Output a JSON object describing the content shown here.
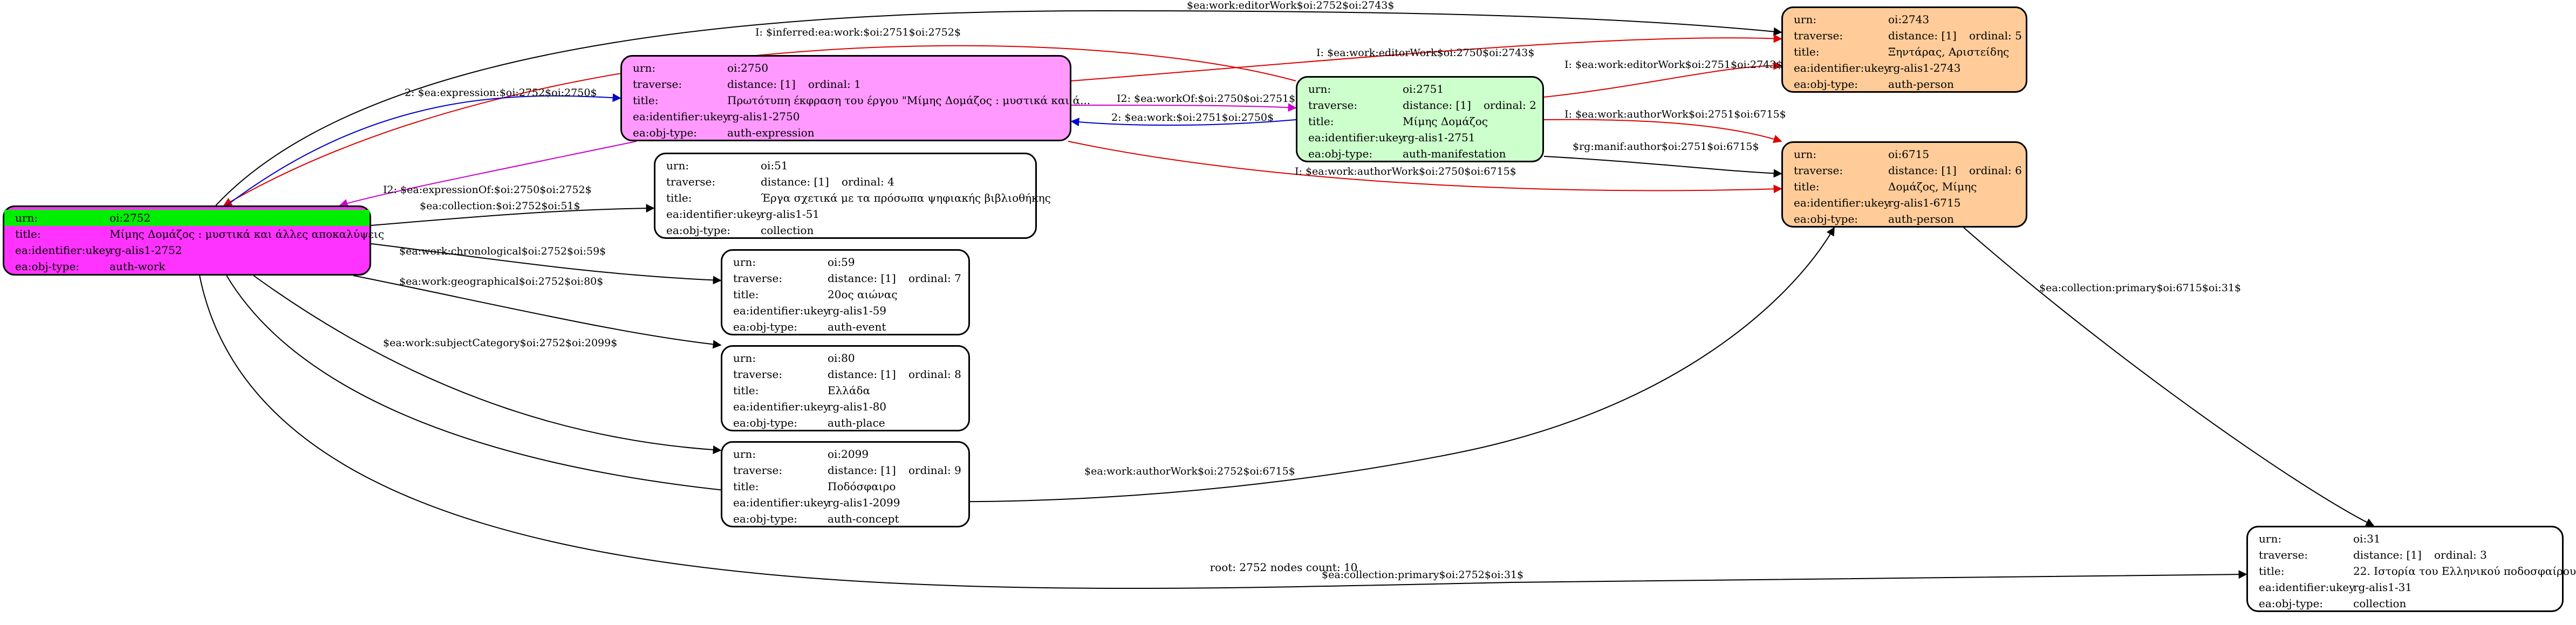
{
  "colors": {
    "work": "#ff33ff",
    "expression": "#ff99ff",
    "manifestation": "#ccffcc",
    "person": "#ffcc99",
    "plain": "#ffffff",
    "header_green": "#00ee00",
    "edge_red": "#dd0000",
    "edge_blue": "#0000cc",
    "edge_magenta": "#cc00cc",
    "edge_black": "#000000"
  },
  "nodes": {
    "n2752": {
      "rows": [
        {
          "k": "urn:",
          "v": "oi:2752"
        },
        {
          "k": "title:",
          "v": "Μίμης Δομάζος : μυστικά και άλλες αποκαλύψεις"
        },
        {
          "k": "ea:identifier:ukey",
          "v": "rg-alis1-2752"
        },
        {
          "k": "ea:obj-type:",
          "v": "auth-work"
        }
      ]
    },
    "n2750": {
      "rows": [
        {
          "k": "urn:",
          "v": "oi:2750"
        },
        {
          "k": "traverse:",
          "d": "distance: [1]",
          "o": "ordinal: 1"
        },
        {
          "k": "title:",
          "v": "Πρωτότυπη έκφραση του έργου \"Μίμης Δομάζος : μυστικά και ά..."
        },
        {
          "k": "ea:identifier:ukey",
          "v": "rg-alis1-2750"
        },
        {
          "k": "ea:obj-type:",
          "v": "auth-expression"
        }
      ]
    },
    "n2751": {
      "rows": [
        {
          "k": "urn:",
          "v": "oi:2751"
        },
        {
          "k": "traverse:",
          "d": "distance: [1]",
          "o": "ordinal: 2"
        },
        {
          "k": "title:",
          "v": "Μίμης Δομάζος"
        },
        {
          "k": "ea:identifier:ukey",
          "v": "rg-alis1-2751"
        },
        {
          "k": "ea:obj-type:",
          "v": "auth-manifestation"
        }
      ]
    },
    "n2743": {
      "rows": [
        {
          "k": "urn:",
          "v": "oi:2743"
        },
        {
          "k": "traverse:",
          "d": "distance: [1]",
          "o": "ordinal: 5"
        },
        {
          "k": "title:",
          "v": "Ξηντάρας, Αριστείδης"
        },
        {
          "k": "ea:identifier:ukey",
          "v": "rg-alis1-2743"
        },
        {
          "k": "ea:obj-type:",
          "v": "auth-person"
        }
      ]
    },
    "n6715": {
      "rows": [
        {
          "k": "urn:",
          "v": "oi:6715"
        },
        {
          "k": "traverse:",
          "d": "distance: [1]",
          "o": "ordinal: 6"
        },
        {
          "k": "title:",
          "v": "Δομάζος, Μίμης"
        },
        {
          "k": "ea:identifier:ukey",
          "v": "rg-alis1-6715"
        },
        {
          "k": "ea:obj-type:",
          "v": "auth-person"
        }
      ]
    },
    "n51": {
      "rows": [
        {
          "k": "urn:",
          "v": "oi:51"
        },
        {
          "k": "traverse:",
          "d": "distance: [1]",
          "o": "ordinal: 4"
        },
        {
          "k": "title:",
          "v": "Έργα σχετικά με τα πρόσωπα ψηφιακής βιβλιοθήκης"
        },
        {
          "k": "ea:identifier:ukey",
          "v": "rg-alis1-51"
        },
        {
          "k": "ea:obj-type:",
          "v": "collection"
        }
      ]
    },
    "n59": {
      "rows": [
        {
          "k": "urn:",
          "v": "oi:59"
        },
        {
          "k": "traverse:",
          "d": "distance: [1]",
          "o": "ordinal: 7"
        },
        {
          "k": "title:",
          "v": "20ος αιώνας"
        },
        {
          "k": "ea:identifier:ukey",
          "v": "rg-alis1-59"
        },
        {
          "k": "ea:obj-type:",
          "v": "auth-event"
        }
      ]
    },
    "n80": {
      "rows": [
        {
          "k": "urn:",
          "v": "oi:80"
        },
        {
          "k": "traverse:",
          "d": "distance: [1]",
          "o": "ordinal: 8"
        },
        {
          "k": "title:",
          "v": "Ελλάδα"
        },
        {
          "k": "ea:identifier:ukey",
          "v": "rg-alis1-80"
        },
        {
          "k": "ea:obj-type:",
          "v": "auth-place"
        }
      ]
    },
    "n2099": {
      "rows": [
        {
          "k": "urn:",
          "v": "oi:2099"
        },
        {
          "k": "traverse:",
          "d": "distance: [1]",
          "o": "ordinal: 9"
        },
        {
          "k": "title:",
          "v": "Ποδόσφαιρο"
        },
        {
          "k": "ea:identifier:ukey",
          "v": "rg-alis1-2099"
        },
        {
          "k": "ea:obj-type:",
          "v": "auth-concept"
        }
      ]
    },
    "n31": {
      "rows": [
        {
          "k": "urn:",
          "v": "oi:31"
        },
        {
          "k": "traverse:",
          "d": "distance: [1]",
          "o": "ordinal: 3"
        },
        {
          "k": "title:",
          "v": "22. Ιστορία του Ελληνικού ποδοσφαίρου"
        },
        {
          "k": "ea:identifier:ukey",
          "v": "rg-alis1-31"
        },
        {
          "k": "ea:obj-type:",
          "v": "collection"
        }
      ]
    }
  },
  "edges": [
    {
      "id": "e1",
      "label": "$ea:work:editorWork$oi:2752$oi:2743$",
      "color": "black"
    },
    {
      "id": "e2",
      "label": "I: $inferred:ea:work:$oi:2751$oi:2752$",
      "color": "red"
    },
    {
      "id": "e3",
      "label": "2: $ea:expression:$oi:2752$oi:2750$",
      "color": "blue"
    },
    {
      "id": "e4",
      "label": "I2: $ea:expressionOf:$oi:2750$oi:2752$",
      "color": "magenta"
    },
    {
      "id": "e5",
      "label": "I: $ea:work:editorWork$oi:2750$oi:2743$",
      "color": "red"
    },
    {
      "id": "e6",
      "label": "I2: $ea:workOf:$oi:2750$oi:2751$",
      "color": "magenta"
    },
    {
      "id": "e7",
      "label": "2: $ea:work:$oi:2751$oi:2750$",
      "color": "blue"
    },
    {
      "id": "e8",
      "label": "I: $ea:work:editorWork$oi:2751$oi:2743$",
      "color": "red"
    },
    {
      "id": "e9",
      "label": "I: $ea:work:authorWork$oi:2751$oi:6715$",
      "color": "red"
    },
    {
      "id": "e10",
      "label": "$rg:manif:author$oi:2751$oi:6715$",
      "color": "black"
    },
    {
      "id": "e11",
      "label": "I: $ea:work:authorWork$oi:2750$oi:6715$",
      "color": "red"
    },
    {
      "id": "e12",
      "label": "$ea:collection:$oi:2752$oi:51$",
      "color": "black"
    },
    {
      "id": "e13",
      "label": "$ea:work:chronological$oi:2752$oi:59$",
      "color": "black"
    },
    {
      "id": "e14",
      "label": "$ea:work:geographical$oi:2752$oi:80$",
      "color": "black"
    },
    {
      "id": "e15",
      "label": "$ea:work:subjectCategory$oi:2752$oi:2099$",
      "color": "black"
    },
    {
      "id": "e16",
      "label": "$ea:work:authorWork$oi:2752$oi:6715$",
      "color": "black"
    },
    {
      "id": "e17",
      "label": "$ea:collection:primary$oi:6715$oi:31$",
      "color": "black"
    },
    {
      "id": "e18",
      "label": "$ea:collection:primary$oi:2752$oi:31$",
      "color": "black"
    }
  ],
  "footer": "root: 2752 nodes count: 10"
}
